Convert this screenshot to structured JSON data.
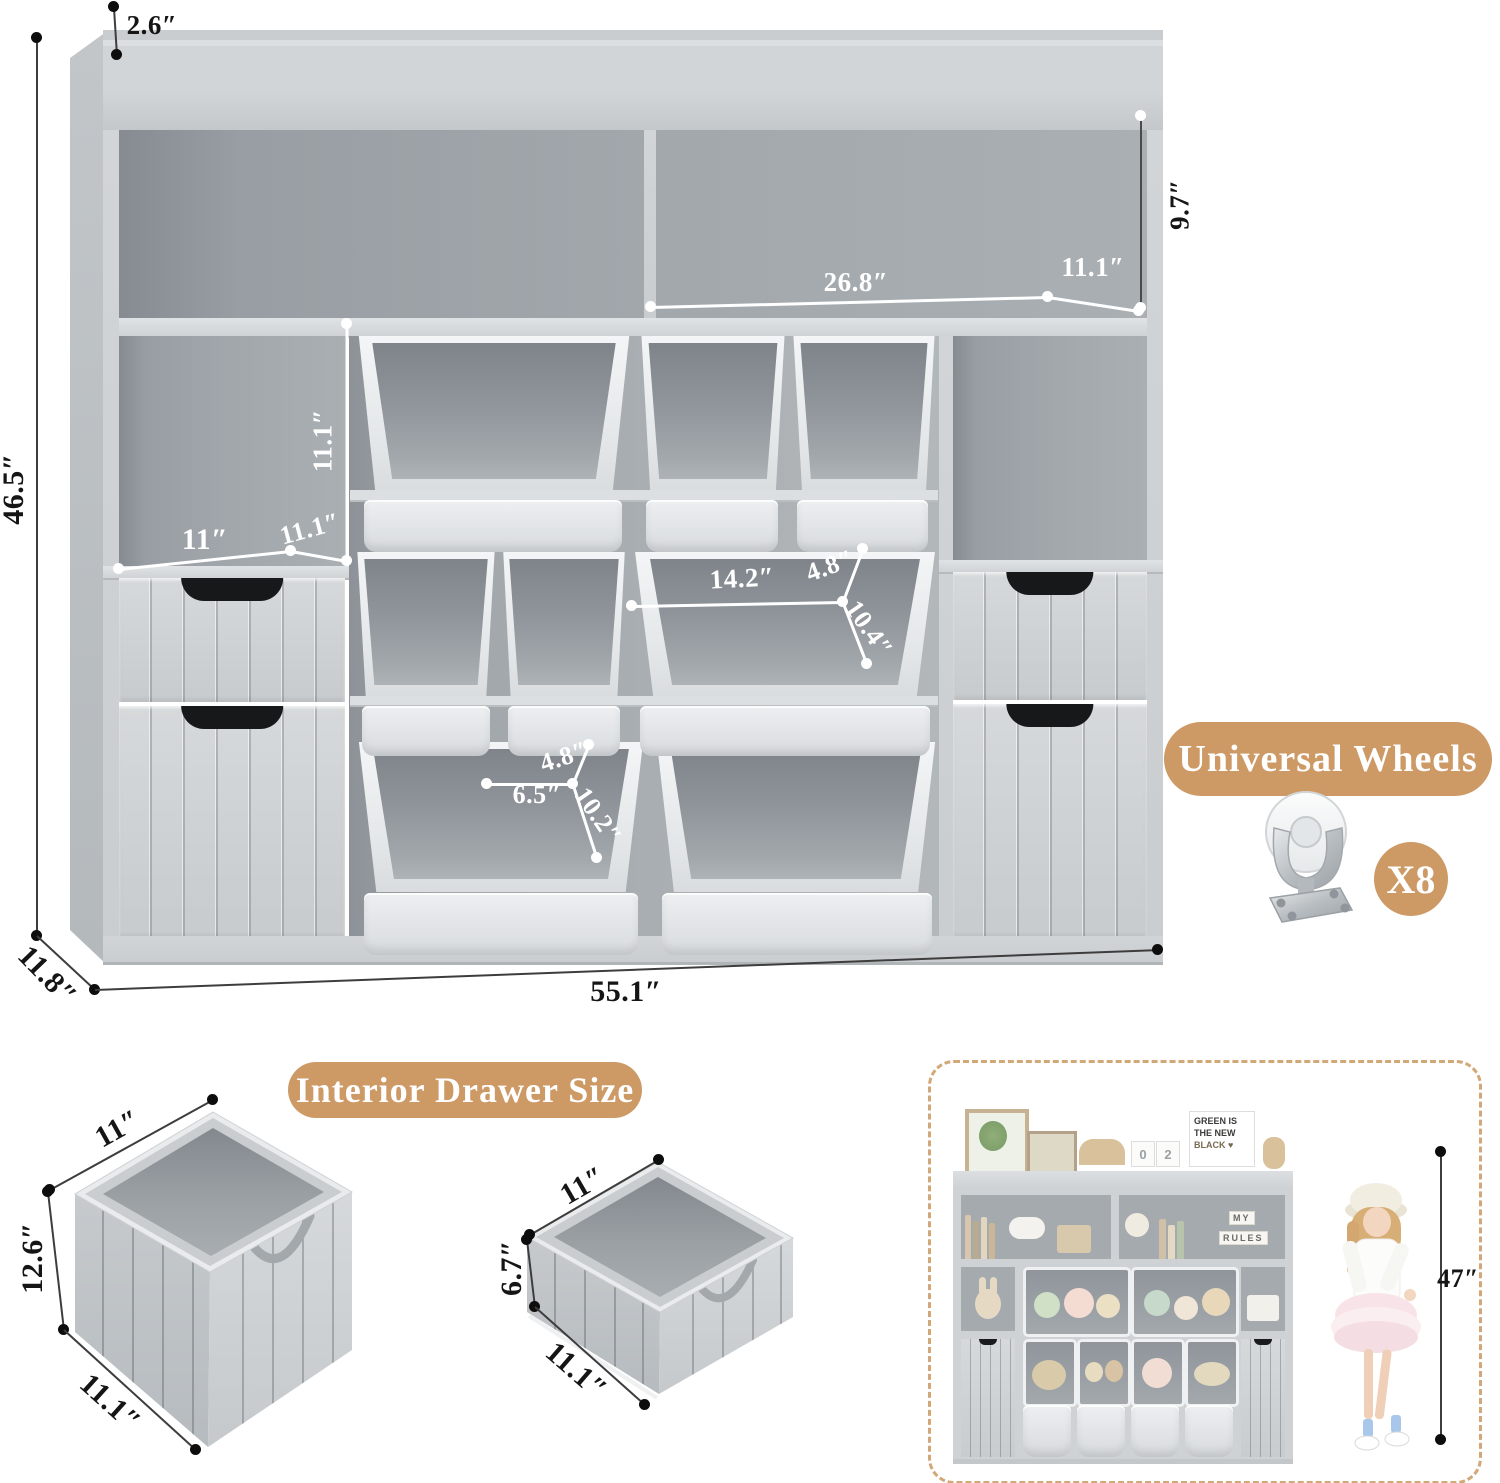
{
  "labels": {
    "universal_wheels": "Universal Wheels",
    "wheel_qty": "X8",
    "interior_drawer_size": "Interior Drawer Size"
  },
  "colors": {
    "badge_tan": "#cd9a66",
    "furniture_gray": "#ced2d4",
    "interior_gray": "#9aa0a5",
    "dimension_black": "#151515",
    "dimension_white": "#ffffff"
  },
  "unit_dims": {
    "top_rail": "2.6″",
    "height": "46.5″",
    "depth": "11.8″",
    "width": "55.1″",
    "hutch_h": "9.7″",
    "hutch_w": "26.8″",
    "hutch_d": "11.1″",
    "cubby_h": "11.1″",
    "cubby_w": "11″",
    "cubby_d": "11.1″",
    "bin_l_w": "14.2″",
    "bin_l_d": "4.8″",
    "bin_l_h": "10.4″",
    "bin_s_d": "4.8″",
    "bin_s_w": "6.5″",
    "bin_s_h": "10.2″"
  },
  "drawer_large": {
    "w": "11″",
    "h": "12.6″",
    "d": "11.1″"
  },
  "drawer_small": {
    "w": "11″",
    "h": "6.7″",
    "d": "11.1″"
  },
  "photo": {
    "height_label": "47″",
    "sign_lines": [
      "GREEN IS",
      "THE NEW",
      "BLACK ♥"
    ],
    "blocks": [
      "0",
      "2"
    ],
    "tiles": [
      "MY",
      "RULES"
    ]
  }
}
